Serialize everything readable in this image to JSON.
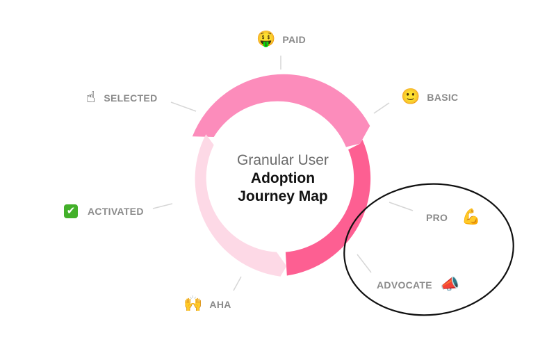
{
  "title": {
    "line1": "Granular User",
    "line2": "Adoption",
    "line3": "Journey Map"
  },
  "stages": [
    {
      "id": "paid",
      "label": "PAID",
      "icon": "money-mouth-face-icon",
      "glyph": "🤑"
    },
    {
      "id": "basic",
      "label": "BASIC",
      "icon": "slightly-smiling-face-icon",
      "glyph": "🙂"
    },
    {
      "id": "pro",
      "label": "PRO",
      "icon": "flexed-biceps-icon",
      "glyph": "💪"
    },
    {
      "id": "advocate",
      "label": "ADVOCATE",
      "icon": "megaphone-icon",
      "glyph": "📣"
    },
    {
      "id": "aha",
      "label": "AHA",
      "icon": "raising-hands-icon",
      "glyph": "🙌"
    },
    {
      "id": "activated",
      "label": "ACTIVATED",
      "icon": "check-mark-button-icon",
      "glyph": "✔"
    },
    {
      "id": "selected",
      "label": "SELECTED",
      "icon": "index-pointing-up-icon",
      "glyph": "☝"
    }
  ],
  "colors": {
    "ring_top": "#fc8cbb",
    "ring_right": "#fd5f92",
    "ring_left": "#fdd9e6",
    "connector": "#d6d6d6",
    "highlight_outline": "#111111",
    "label": "#8a8a8a"
  }
}
